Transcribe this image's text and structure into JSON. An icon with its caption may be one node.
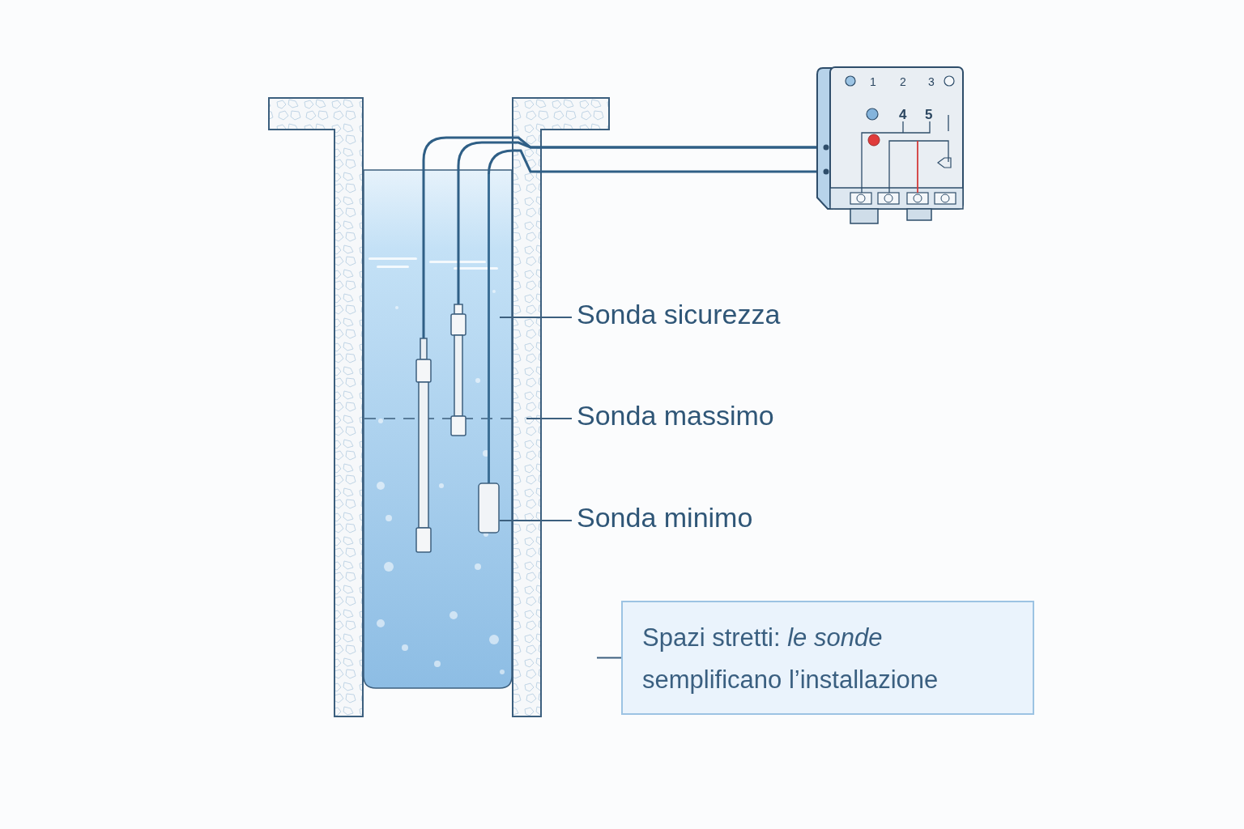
{
  "diagram": {
    "nodes": [
      {
        "text": [
          "Sonda sicurezza"
        ]
      },
      {
        "text": [
          "Sonda massimo"
        ]
      },
      {
        "text": [
          "Sonda minimo"
        ]
      },
      {
        "text": [],
        "shape": "picture"
      },
      {
        "text": [],
        "shape": "picture"
      },
      {
        "text": [],
        "shape": "picture"
      },
      {
        "text": [
          "1",
          "2",
          "3",
          "4",
          "5"
        ]
      },
      {
        "text": [
          "Spazi stretti: *le sonde* semplificano l’installazione"
        ]
      }
    ],
    "edges": [
      {
        "from": 0,
        "to": 5,
        "arrow": "none"
      },
      {
        "from": 1,
        "to": null,
        "arrow": "none"
      },
      {
        "from": 2,
        "to": 5,
        "arrow": "none"
      },
      {
        "from": 3,
        "to": 6,
        "arrow": "none"
      },
      {
        "from": 4,
        "to": 6,
        "arrow": "none"
      },
      {
        "from": 5,
        "to": 6,
        "arrow": "none"
      },
      {
        "from": 7,
        "to": null,
        "arrow": "none"
      }
    ]
  }
}
